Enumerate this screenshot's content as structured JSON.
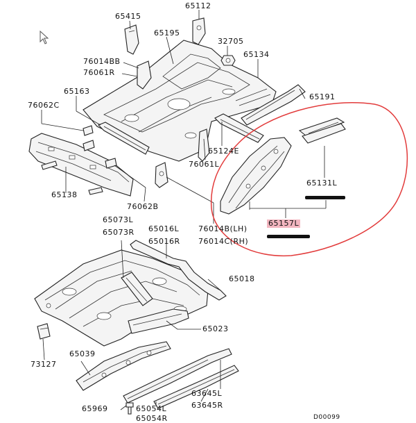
{
  "diagram": {
    "labels": {
      "p65415": "65415",
      "p65112": "65112",
      "p65195": "65195",
      "p32705": "32705",
      "p65134": "65134",
      "p76014BB": "76014BB",
      "p76061R": "76061R",
      "p65163": "65163",
      "p76062C": "76062C",
      "p65191": "65191",
      "p65124E": "65124E",
      "p76061L": "76061L",
      "p65138": "65138",
      "p76062B": "76062B",
      "p65131L": "65131L",
      "p65157L": "65157L",
      "p65073L": "65073L",
      "p65073R": "65073R",
      "p65016L": "65016L",
      "p65016R": "65016R",
      "p76014B_LH": "76014B(LH)",
      "p76014C_RH": "76014C(RH)",
      "p65018": "65018",
      "p65023": "65023",
      "p73127": "73127",
      "p65039": "65039",
      "p63645L": "63645L",
      "p63645R": "63645R",
      "p65969": "65969",
      "p65054L": "65054L",
      "p65054R": "65054R",
      "figure_code": "D00099"
    },
    "colors": {
      "highlight_circle": "#e23b3b",
      "highlight_label_bg": "#f3b6c0",
      "line": "#222222"
    }
  }
}
